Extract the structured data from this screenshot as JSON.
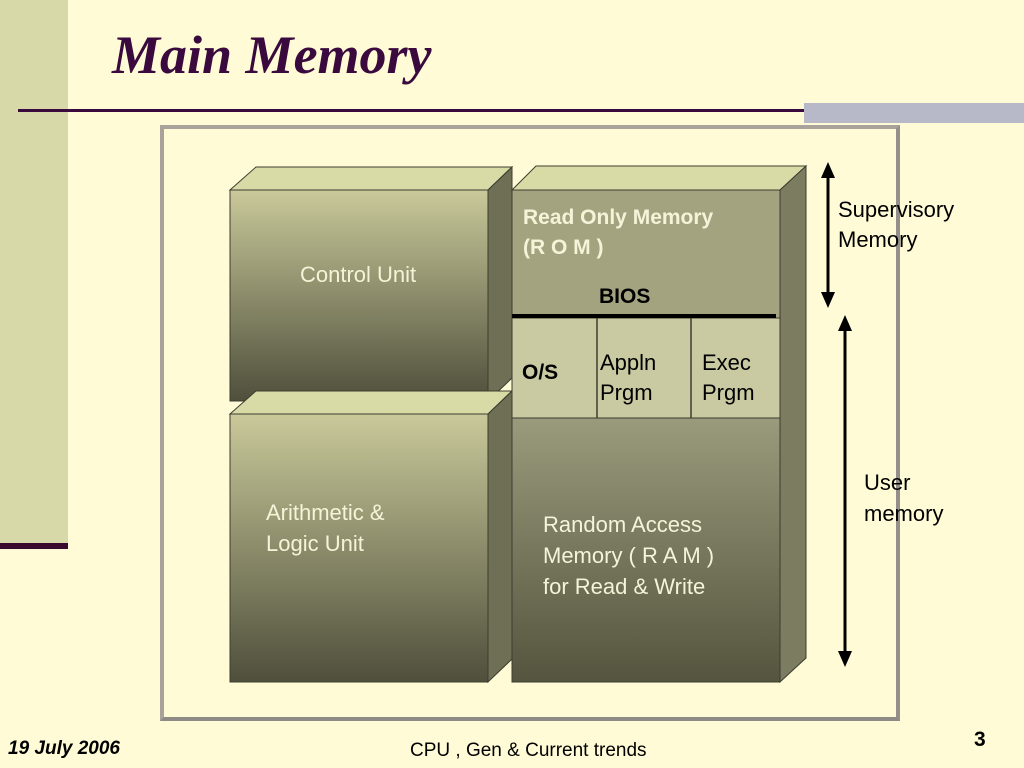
{
  "slide": {
    "title": "Main  Memory",
    "footer_date": "19 July 2006",
    "footer_center": "CPU , Gen &  Current  trends",
    "page_number": "3"
  },
  "diagram": {
    "control_unit": "Control  Unit",
    "alu_line1": "Arithmetic  &",
    "alu_line2": "Logic   Unit",
    "rom_line1": "Read  Only  Memory",
    "rom_line2": "(R  O  M )",
    "bios": "BIOS",
    "os": "O/S",
    "appln_line1": "Appln",
    "appln_line2": "Prgm",
    "exec_line1": "Exec",
    "exec_line2": "Prgm",
    "ram_line1": "Random Access",
    "ram_line2": "Memory   (  R A  M  )",
    "ram_line3": "for  Read  & Write",
    "supervisory_line1": "Supervisory",
    "supervisory_line2": "Memory",
    "user_line1": "User",
    "user_line2": "memory"
  }
}
